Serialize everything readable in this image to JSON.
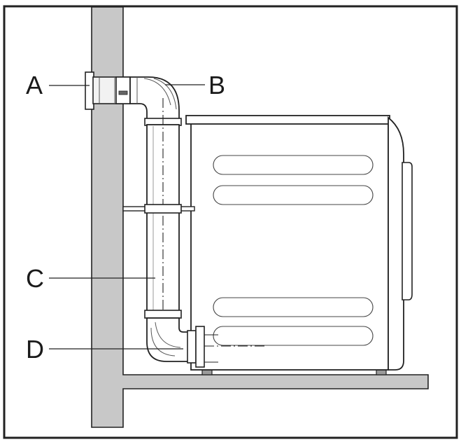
{
  "labels": {
    "a": "A",
    "b": "B",
    "c": "C",
    "d": "D"
  },
  "colors": {
    "wall": "#c8c8c8",
    "floor": "#d2d2d2",
    "line": "#1f1f1f",
    "hose": "#ffffff",
    "frame": "#222222"
  }
}
